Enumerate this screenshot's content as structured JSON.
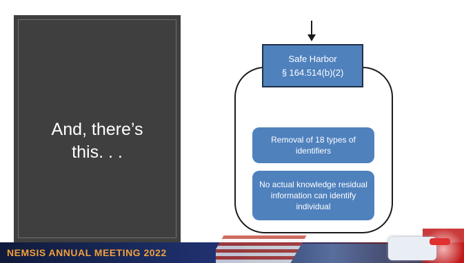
{
  "slide": {
    "title": "And, there’s\nthis. . ."
  },
  "diagram": {
    "safe_harbor_line1": "Safe Harbor",
    "safe_harbor_line2": "§ 164.514(b)(2)",
    "item1": "Removal of 18 types of identifiers",
    "item2": "No actual knowledge residual information can identify individual"
  },
  "footer": {
    "text": "NEMSIS ANNUAL MEETING 2022"
  },
  "colors": {
    "panel": "#3f3f3f",
    "box_blue": "#4f81bd",
    "footer_text": "#f0a13c"
  }
}
